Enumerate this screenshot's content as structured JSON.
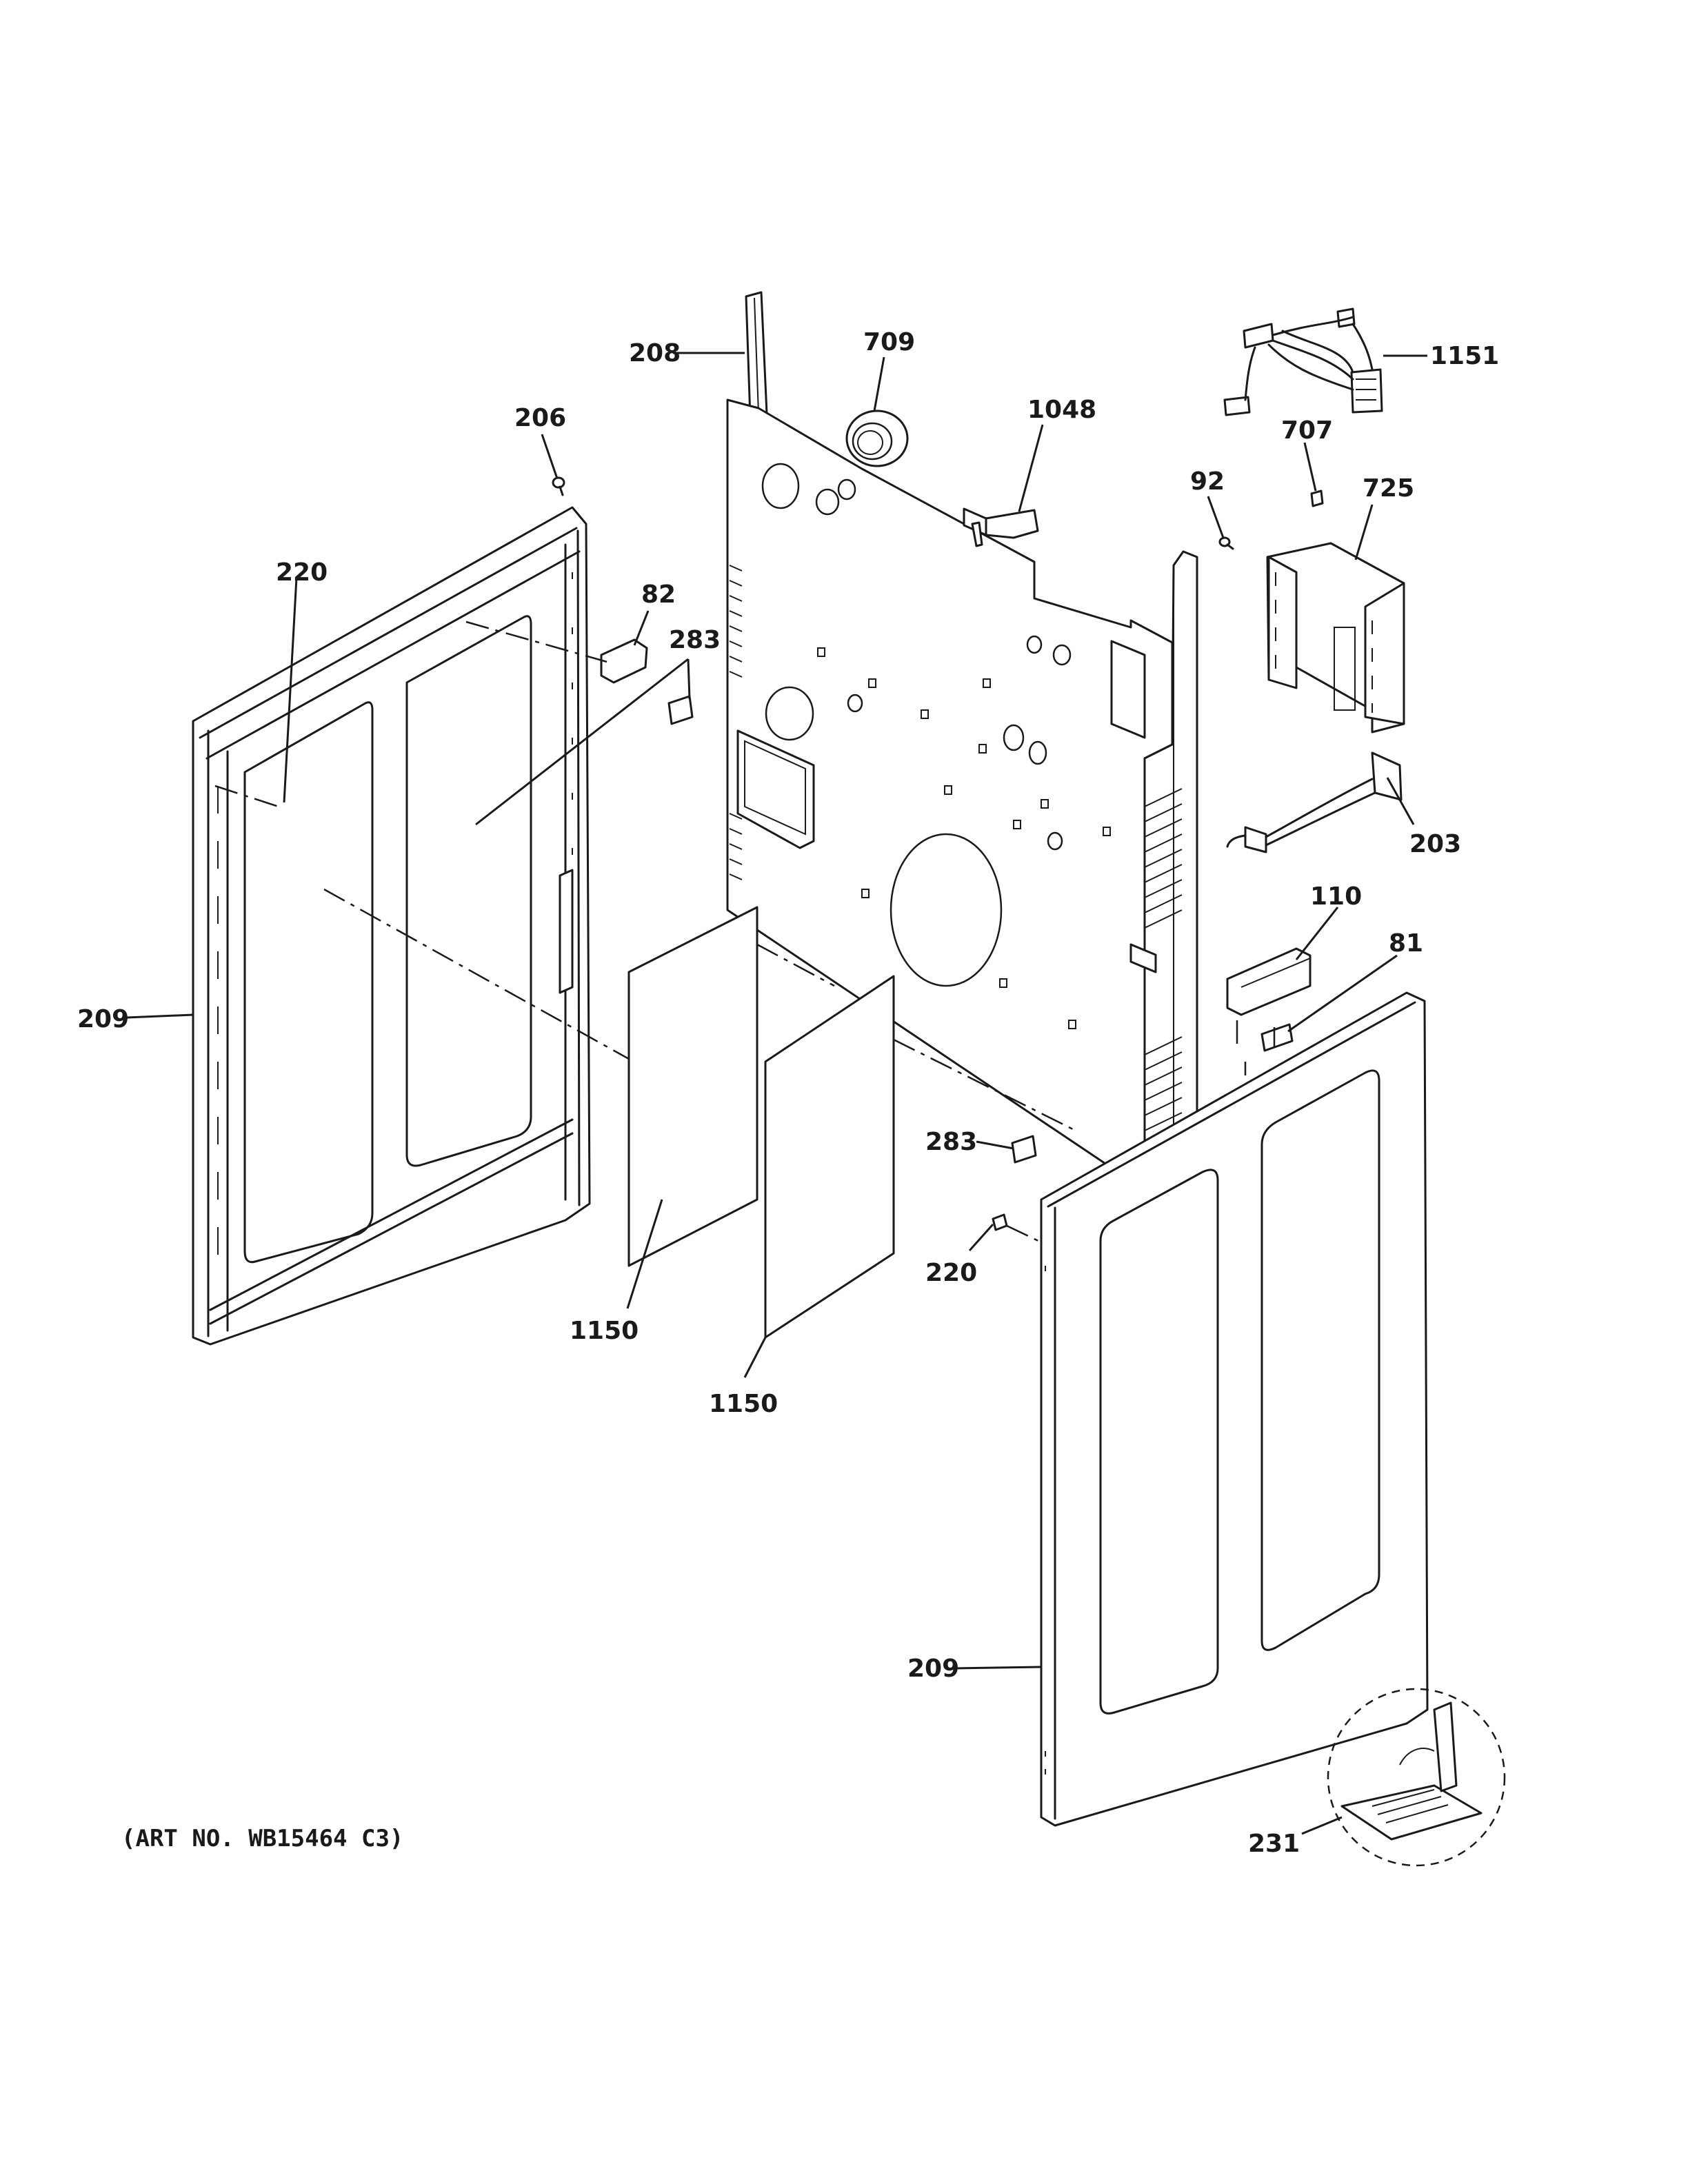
{
  "art_number": "(ART NO. WB15464 C3)",
  "callouts": [
    {
      "id": "c208",
      "label": "208"
    },
    {
      "id": "c709",
      "label": "709"
    },
    {
      "id": "c1151",
      "label": "1151"
    },
    {
      "id": "c1048",
      "label": "1048"
    },
    {
      "id": "c206",
      "label": "206"
    },
    {
      "id": "c707",
      "label": "707"
    },
    {
      "id": "c92",
      "label": "92"
    },
    {
      "id": "c725",
      "label": "725"
    },
    {
      "id": "c220a",
      "label": "220"
    },
    {
      "id": "c82",
      "label": "82"
    },
    {
      "id": "c283a",
      "label": "283"
    },
    {
      "id": "c203",
      "label": "203"
    },
    {
      "id": "c110",
      "label": "110"
    },
    {
      "id": "c81",
      "label": "81"
    },
    {
      "id": "c209a",
      "label": "209"
    },
    {
      "id": "c283b",
      "label": "283"
    },
    {
      "id": "c220b",
      "label": "220"
    },
    {
      "id": "c1150a",
      "label": "1150"
    },
    {
      "id": "c1150b",
      "label": "1150"
    },
    {
      "id": "c209b",
      "label": "209"
    },
    {
      "id": "c231",
      "label": "231"
    }
  ]
}
